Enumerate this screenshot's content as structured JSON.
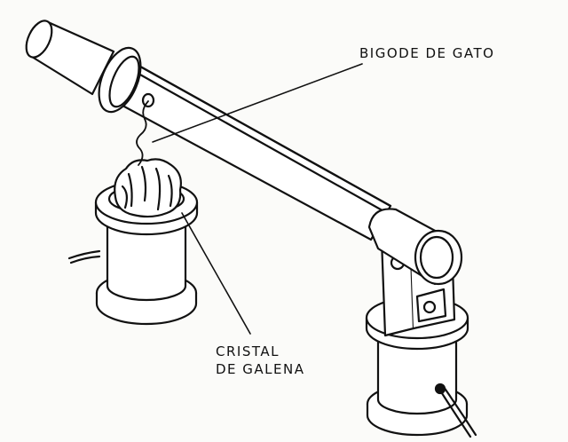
{
  "labels": {
    "cat_whisker": "BIGODE DE GATO",
    "crystal_line1": "CRISTAL",
    "crystal_line2": "DE GALENA"
  },
  "colors": {
    "ink": "#111111",
    "paper": "#fbfbf9"
  }
}
